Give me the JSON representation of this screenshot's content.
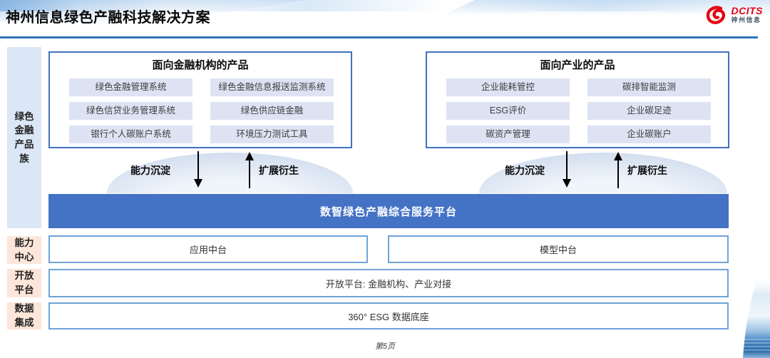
{
  "header": {
    "title": "神州信息绿色产融科技解决方案",
    "logo": {
      "primary": "DCITS",
      "secondary": "神州信息"
    }
  },
  "sidebar": {
    "product_family": "绿色金融产品族",
    "capability_center": "能力中心",
    "open_platform": "开放平台",
    "data_integration": "数据集成"
  },
  "finance_products": {
    "title": "面向金融机构的产品",
    "items": [
      "绿色金融管理系统",
      "绿色金融信息报送监测系统",
      "绿色信贷业务管理系统",
      "绿色供应链金融",
      "银行个人碳账户系统",
      "环境压力测试工具"
    ]
  },
  "industry_products": {
    "title": "面向产业的产品",
    "items": [
      "企业能耗管控",
      "碳排智能监测",
      "ESG评价",
      "企业碳足迹",
      "碳资产管理",
      "企业碳账户"
    ]
  },
  "flows": {
    "settle": "能力沉淀",
    "derive": "扩展衍生"
  },
  "platform": {
    "label": "数智绿色产融综合服务平台"
  },
  "capability_row": {
    "left": "应用中台",
    "right": "模型中台"
  },
  "open_row": {
    "label": "开放平台: 金融机构、产业对接"
  },
  "data_row": {
    "label": "360° ESG 数据底座"
  },
  "footer": {
    "page": "第5页"
  },
  "colors": {
    "accent_blue": "#4472c4",
    "rule_blue": "#2e75b6",
    "row_border_blue": "#6fa3d8",
    "item_fill": "#dde3f3",
    "rail_blue_fill": "#dbe7f6",
    "rail_peach_fill": "#fce6d9",
    "dome_fill": "#d5e0f0",
    "logo_red": "#e60012"
  }
}
